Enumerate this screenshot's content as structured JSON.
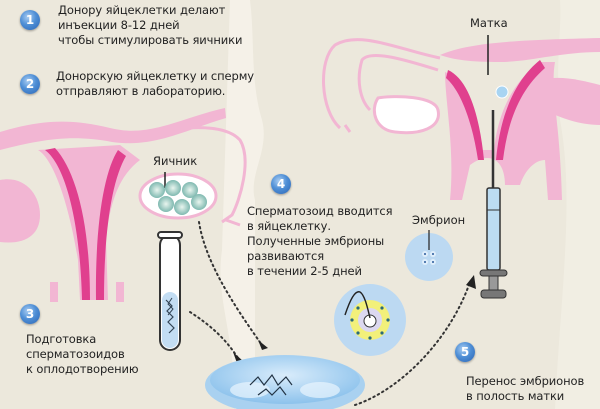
{
  "steps": [
    {
      "number": "1",
      "text": "Донору яйцеклетки делают\nинъекции 8-12 дней\nчтобы стимулировать яичники"
    },
    {
      "number": "2",
      "text": "Донорскую яйцеклетку и сперму\nотправляют в лабораторию."
    },
    {
      "number": "3",
      "text": "Подготовка\nсперматозоидов\nк оплодотворению"
    },
    {
      "number": "4",
      "text": "Сперматозоид вводится\nв яйцеклетку.\nПолученные эмбрионы\nразвиваются\nв течении 2-5 дней"
    },
    {
      "number": "5",
      "text": "Перенос эмбрионов\nв полость матки"
    }
  ],
  "labels": {
    "ovary": "Яичник",
    "uterus": "Матка",
    "embryo": "Эмбрион"
  },
  "colors": {
    "background": "#ece8dc",
    "organ_pink": "#f2b6d3",
    "organ_dark_pink": "#e0408e",
    "cell_blue": "#bcd9f2",
    "badge_blue": "#3c7bc8"
  }
}
